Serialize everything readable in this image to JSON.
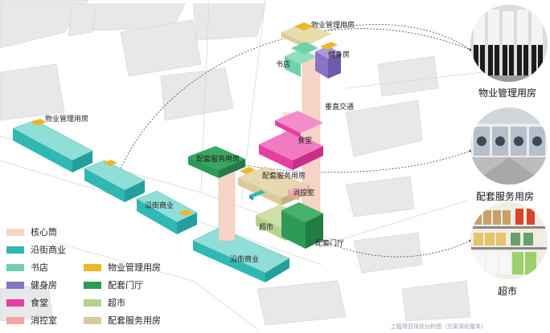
{
  "labels": {
    "wuye_top": "物业管理用房",
    "shudian": "书店",
    "jianshenfang": "健身房",
    "chuizhi_jiaotong": "垂直交通",
    "shitang": "食堂",
    "peitao_fuwu_left": "配套服务用房",
    "peitao_fuwu_mid": "配套服务用房",
    "xiaokongshi": "消控室",
    "chaoshi": "超市",
    "peitao_menting": "配套门厅",
    "yanjie_bottom": "沿街商业",
    "wuye_left": "物业管理用房",
    "yanjie_left": "沿街商业"
  },
  "legend": {
    "items": [
      {
        "label": "核心筒",
        "color": "#f6d3c7"
      },
      {
        "label": "沿街商业",
        "color": "#2fb8b4"
      },
      {
        "label": "书店",
        "color": "#6fd2a8"
      },
      {
        "label": "健身房",
        "color": "#8a73c6"
      },
      {
        "label": "食堂",
        "color": "#e63da1"
      },
      {
        "label": "消控室",
        "color": "#f3a6a6"
      },
      {
        "label": "物业管理用房",
        "color": "#eeb52a"
      },
      {
        "label": "配套门厅",
        "color": "#2e9a58"
      },
      {
        "label": "超市",
        "color": "#b9cf8e"
      },
      {
        "label": "配套服务用房",
        "color": "#dcc99a"
      }
    ]
  },
  "photos": {
    "wuye_title": "物业管理用房",
    "peitao_title": "配套服务用房",
    "chaoshi_title": "超市"
  },
  "footer": "工程项目现状分析图（方案深化版本）"
}
